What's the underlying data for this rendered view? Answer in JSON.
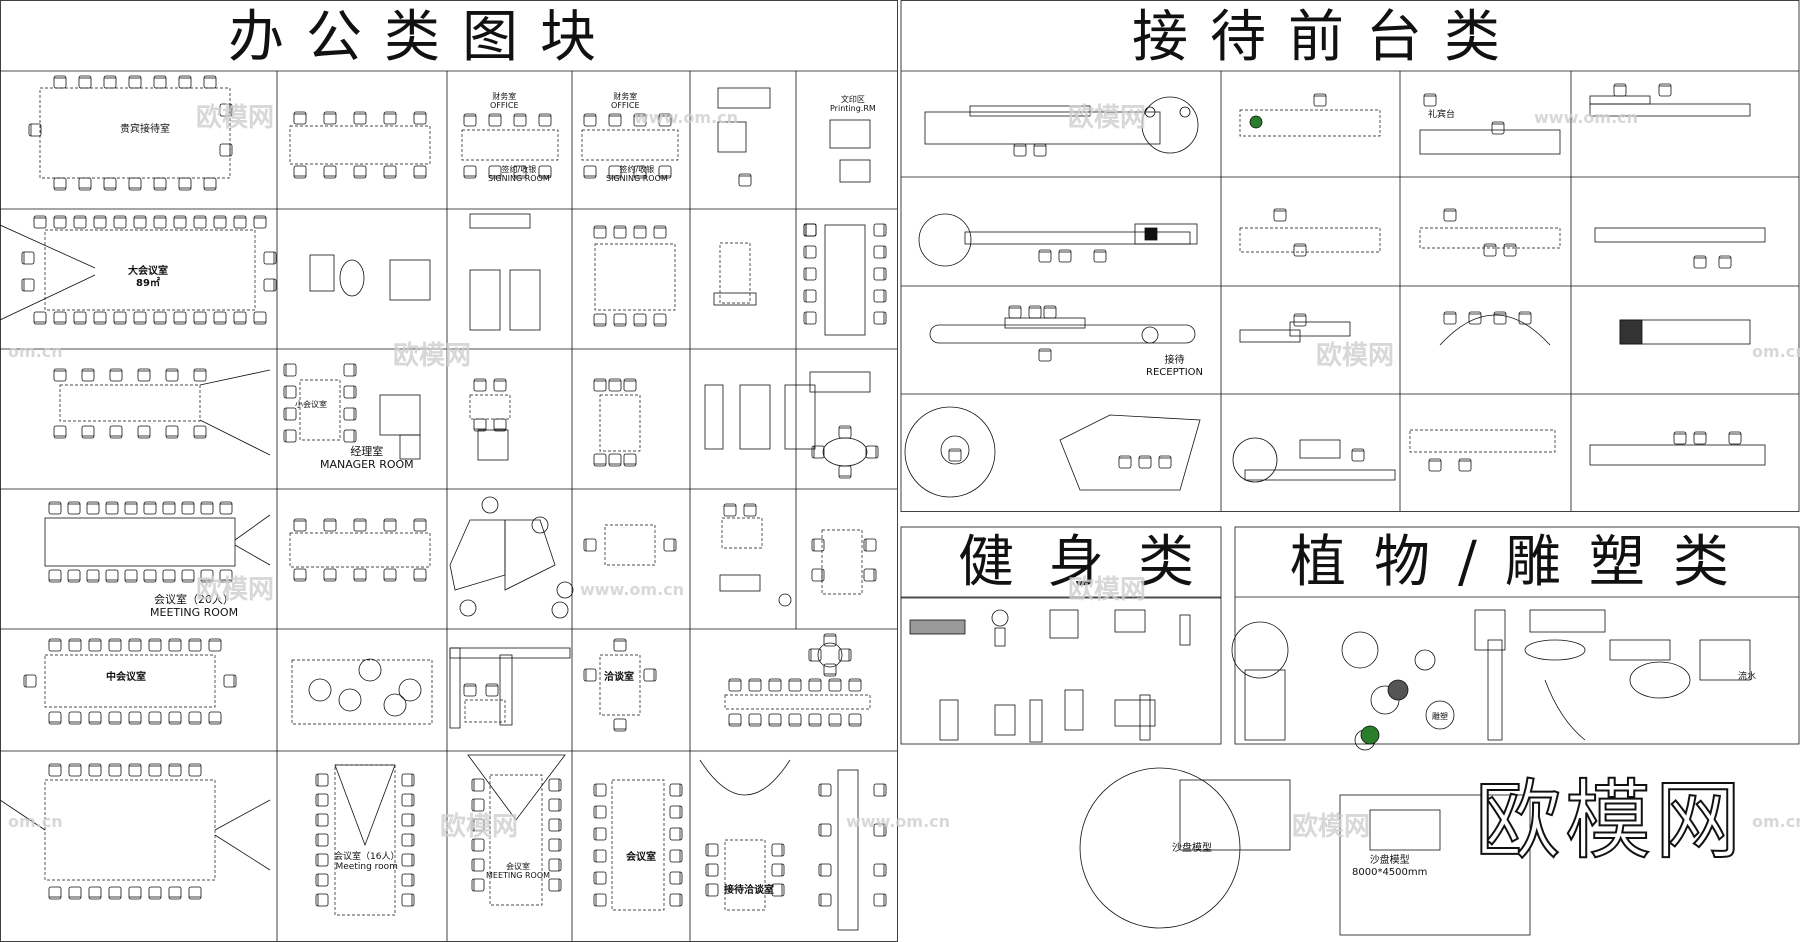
{
  "section_titles": {
    "office": "办公类图块",
    "reception": "接待前台类",
    "fitness": "健身类",
    "plants": "植物/雕塑类"
  },
  "office_labels": {
    "vip_reception": "贵宾接待室",
    "finance_1": "财务室\nOFFICE",
    "sign_1": "签约/收银\nSIGNING ROOM",
    "finance_2": "财务室\nOFFICE",
    "sign_2": "签约/收银\nSIGNING ROOM",
    "printing": "文印区\nPrinting.RM",
    "big_meeting": "大会议室\n89㎡",
    "manager": "经理室\nMANAGER ROOM",
    "manager_small": "小会议室",
    "meeting_20": "会议室（20人）\nMEETING ROOM",
    "mid_meeting": "中会议室",
    "negotiation": "洽谈室",
    "meeting_16": "会议室（16人）\nMeeting room",
    "meeting_small": "会议室\nMEETING ROOM",
    "meeting_room": "会议室",
    "reception_talk": "接待洽谈室"
  },
  "reception_labels": {
    "desk": "礼宾台",
    "reception": "接待\nRECEPTION"
  },
  "plant_labels": {
    "water": "流水",
    "sand_table_1": "沙盘模型",
    "sand_table_2": "沙盘模型\n8000*4500mm",
    "ornament": "雕塑"
  },
  "watermarks": {
    "brand": "欧模网",
    "site": "www.om.cn",
    "site_short": "om.cn"
  },
  "brand_logo": "欧模网"
}
